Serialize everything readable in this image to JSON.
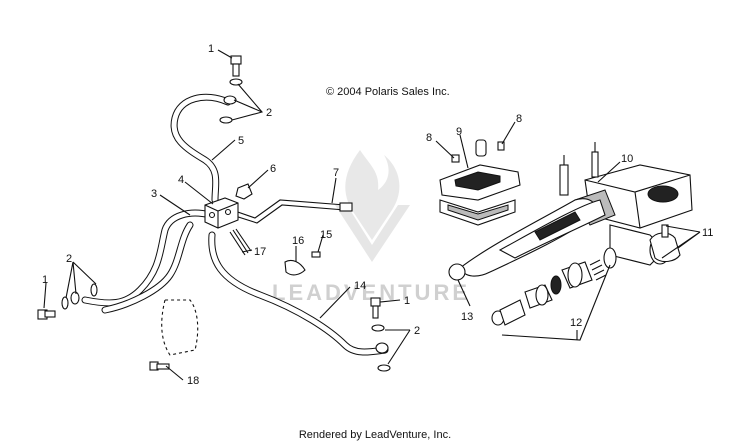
{
  "copyright": "© 2004 Polaris Sales Inc.",
  "footer": "Rendered by LeadVenture, Inc.",
  "watermark": "LEADVENTURE",
  "callouts": {
    "c1a": "1",
    "c2a": "2",
    "c5": "5",
    "c6": "6",
    "c7": "7",
    "c4": "4",
    "c3": "3",
    "c2b": "2",
    "c1b": "1",
    "c17": "17",
    "c16": "16",
    "c15": "15",
    "c14": "14",
    "c1c": "1",
    "c2c": "2",
    "c18": "18",
    "c8a": "8",
    "c9": "9",
    "c8b": "8",
    "c10": "10",
    "c11": "11",
    "c13": "13",
    "c12": "12"
  }
}
